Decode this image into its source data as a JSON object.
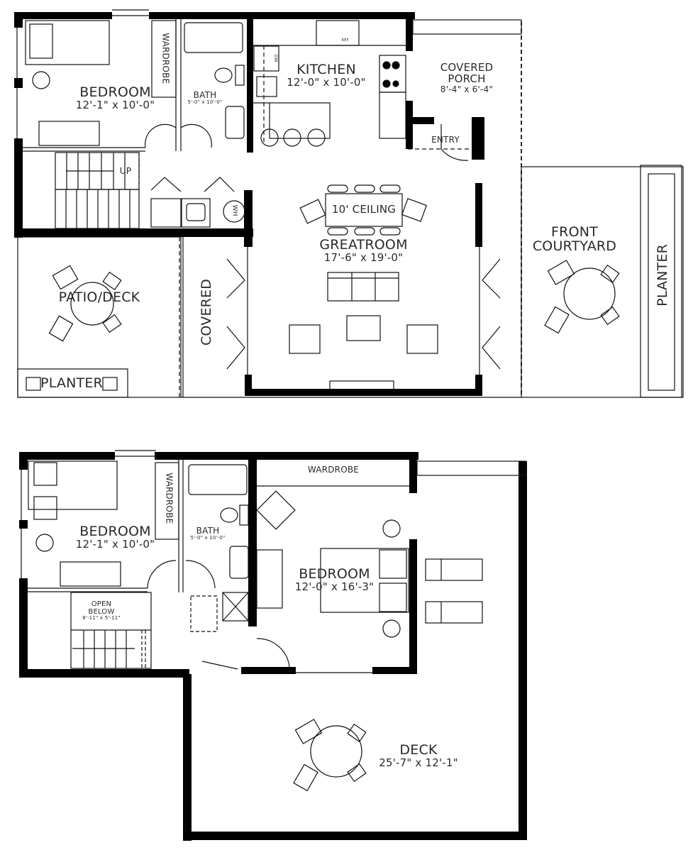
{
  "ground_floor": {
    "rooms": [
      {
        "id": "bedroom",
        "name": "BEDROOM",
        "dim": "12'-1\" x 10'-0\""
      },
      {
        "id": "wardrobe",
        "name": "WARDROBE"
      },
      {
        "id": "bath",
        "name": "BATH",
        "dim": "5'-0\" x 10'-0\""
      },
      {
        "id": "kitchen",
        "name": "KITCHEN",
        "dim": "12'-0\" x 10'-0\""
      },
      {
        "id": "covered_porch",
        "name": "COVERED\nPORCH",
        "name_l1": "COVERED",
        "name_l2": "PORCH",
        "dim": "8'-4\" x 6'-4\""
      },
      {
        "id": "entry",
        "name": "ENTRY"
      },
      {
        "id": "greatroom",
        "name": "GREATROOM",
        "dim": "17'-6\" x 19'-0\""
      },
      {
        "id": "front_courtyard",
        "name_l1": "FRONT",
        "name_l2": "COURTYARD"
      },
      {
        "id": "patio_deck",
        "name": "PATIO/DECK"
      },
      {
        "id": "covered",
        "name": "COVERED"
      },
      {
        "id": "planter_left",
        "name": "PLANTER"
      },
      {
        "id": "planter_right",
        "name": "PLANTER"
      }
    ],
    "annotations": {
      "ceiling": "10' CEILING",
      "stairs_up": "UP",
      "water_heater": "WH",
      "refrigerator": "REF.",
      "dishwasher": "DW"
    }
  },
  "upper_floor": {
    "rooms": [
      {
        "id": "bedroom_a",
        "name": "BEDROOM",
        "dim": "12'-1\" x 10'-0\""
      },
      {
        "id": "wardrobe_a",
        "name": "WARDROBE"
      },
      {
        "id": "bath",
        "name": "BATH",
        "dim": "5'-0\" x 10'-0\""
      },
      {
        "id": "open_below",
        "name_l1": "OPEN",
        "name_l2": "BELOW",
        "dim": "8'-11\" x 5'-11\""
      },
      {
        "id": "wardrobe_b",
        "name": "WARDROBE"
      },
      {
        "id": "bedroom_b",
        "name": "BEDROOM",
        "dim": "12'-0\" x 16'-3\""
      },
      {
        "id": "deck",
        "name": "DECK",
        "dim": "25'-7\" x 12'-1\""
      }
    ]
  },
  "colors": {
    "wall": "#000000",
    "line": "#111111",
    "text": "#2a2a2a",
    "background": "#ffffff"
  }
}
